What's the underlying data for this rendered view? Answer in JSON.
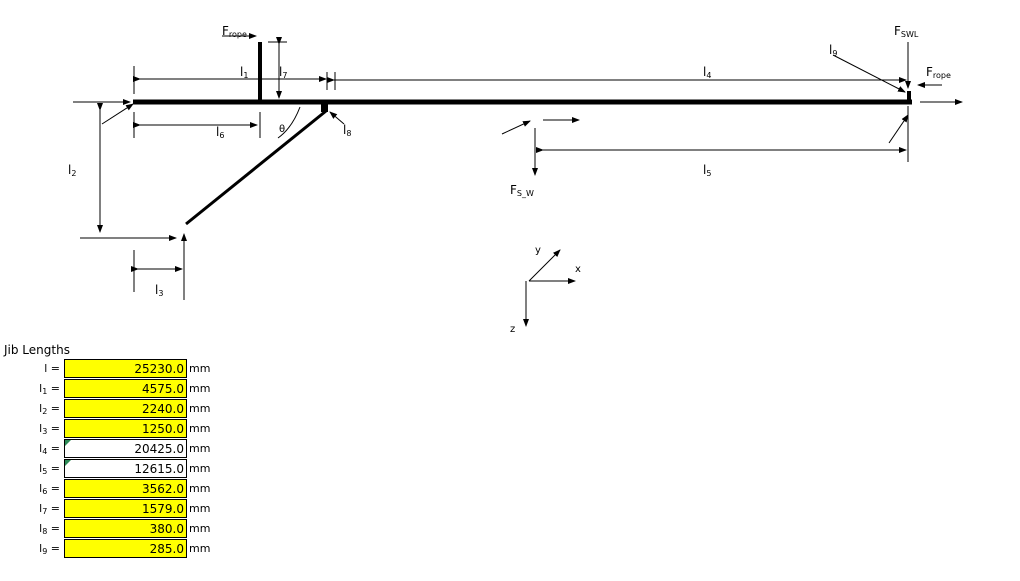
{
  "diagram": {
    "labels": {
      "f_rope_top": {
        "main": "F",
        "sub": "rope"
      },
      "l1": {
        "main": "l",
        "sub": "1"
      },
      "l7": {
        "main": "l",
        "sub": "7"
      },
      "l4": {
        "main": "l",
        "sub": "4"
      },
      "l9": {
        "main": "l",
        "sub": "9"
      },
      "f_swl": {
        "main": "F",
        "sub": "SWL"
      },
      "f_rope_right": {
        "main": "F",
        "sub": "rope"
      },
      "l6": {
        "main": "l",
        "sub": "6"
      },
      "theta": "θ",
      "l8": {
        "main": "l",
        "sub": "8"
      },
      "l2": {
        "main": "l",
        "sub": "2"
      },
      "l5": {
        "main": "l",
        "sub": "5"
      },
      "f_s_w": {
        "main": "F",
        "sub": "S_W"
      },
      "l3": {
        "main": "l",
        "sub": "3"
      },
      "axis_y": "y",
      "axis_x": "x",
      "axis_z": "z"
    }
  },
  "table": {
    "title": "Jib Lengths",
    "unit": "mm",
    "rows": [
      {
        "label": "l",
        "sub": "",
        "value": "25230.0",
        "fill": "yellow",
        "note": false
      },
      {
        "label": "l",
        "sub": "1",
        "value": "4575.0",
        "fill": "yellow",
        "note": false
      },
      {
        "label": "l",
        "sub": "2",
        "value": "2240.0",
        "fill": "yellow",
        "note": false
      },
      {
        "label": "l",
        "sub": "3",
        "value": "1250.0",
        "fill": "yellow",
        "note": false
      },
      {
        "label": "l",
        "sub": "4",
        "value": "20425.0",
        "fill": "white",
        "note": true
      },
      {
        "label": "l",
        "sub": "5",
        "value": "12615.0",
        "fill": "white",
        "note": true
      },
      {
        "label": "l",
        "sub": "6",
        "value": "3562.0",
        "fill": "yellow",
        "note": false
      },
      {
        "label": "l",
        "sub": "7",
        "value": "1579.0",
        "fill": "yellow",
        "note": false
      },
      {
        "label": "l",
        "sub": "8",
        "value": "380.0",
        "fill": "yellow",
        "note": false
      },
      {
        "label": "l",
        "sub": "9",
        "value": "285.0",
        "fill": "yellow",
        "note": false
      }
    ]
  }
}
